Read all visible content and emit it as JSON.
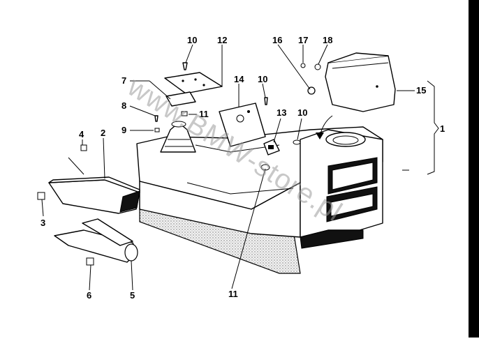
{
  "diagram": {
    "callouts": [
      "10",
      "12",
      "16",
      "17",
      "18",
      "7",
      "14",
      "10",
      "15",
      "8",
      "11",
      "13",
      "10",
      "1",
      "9",
      "4",
      "2",
      "3",
      "6",
      "5",
      "11"
    ],
    "watermark": "www.BMW-store.pl"
  }
}
